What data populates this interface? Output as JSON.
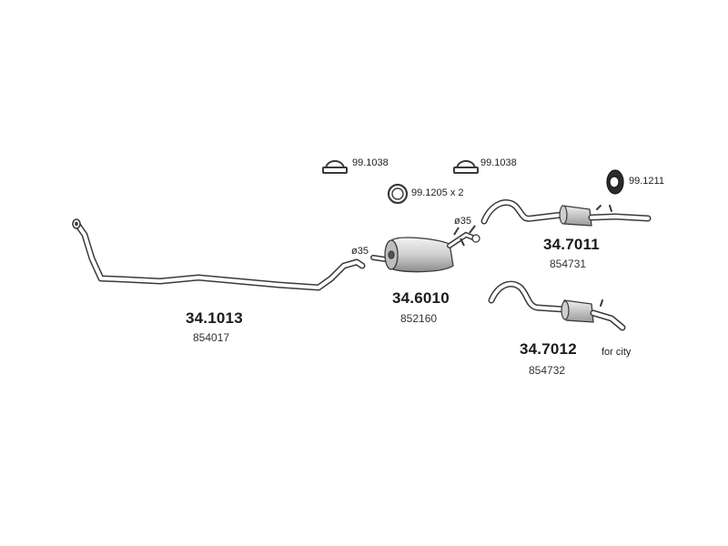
{
  "parts": {
    "front_pipe": {
      "code": "34.1013",
      "oem": "854017",
      "diameter": "ø35"
    },
    "center_muffler": {
      "code": "34.6010",
      "oem": "852160",
      "diameter": "ø35"
    },
    "rear_muffler": {
      "code": "34.7011",
      "oem": "854731"
    },
    "rear_muffler_city": {
      "code": "34.7012",
      "oem": "854732",
      "note": "for city"
    }
  },
  "accessories": {
    "clamp_left": "99.1038",
    "clamp_right": "99.1038",
    "gasket": "99.1205 x 2",
    "hanger": "99.1211"
  },
  "colors": {
    "line": "#3a3a3a",
    "fill_dark": "#555555",
    "fill_light": "#d8d8d8"
  }
}
